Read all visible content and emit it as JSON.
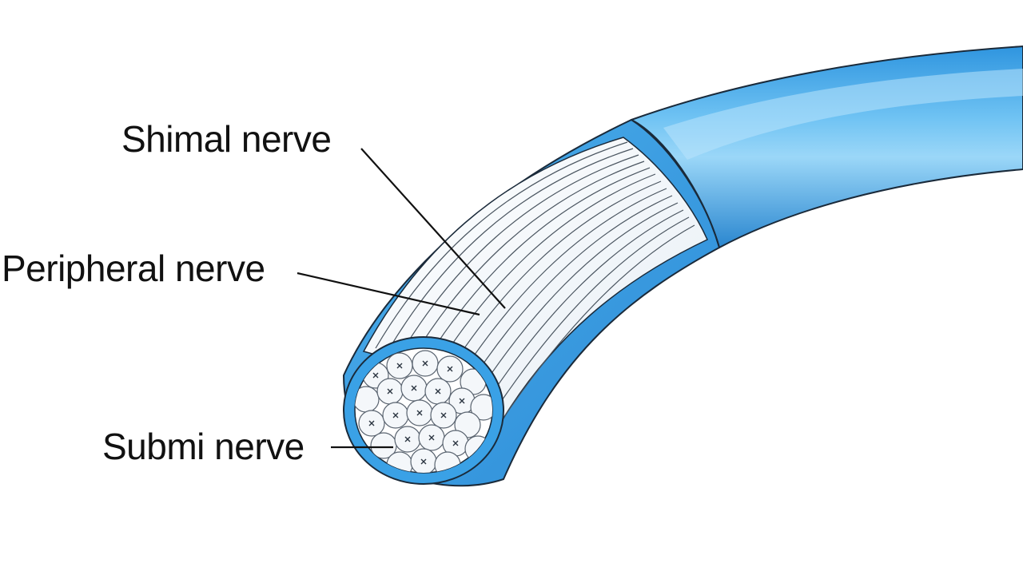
{
  "labels": {
    "shimal": "Shimal nerve",
    "peripheral": "Peripheral nerve",
    "submi": "Submi nerve"
  },
  "colors": {
    "sheath": "#3aa1e6",
    "sheath_dark": "#1f7fc4",
    "sheath_highlight": "#8fd0f7",
    "fibers": "#ffffff",
    "outline": "#1a2a3a",
    "leader": "#111111"
  }
}
